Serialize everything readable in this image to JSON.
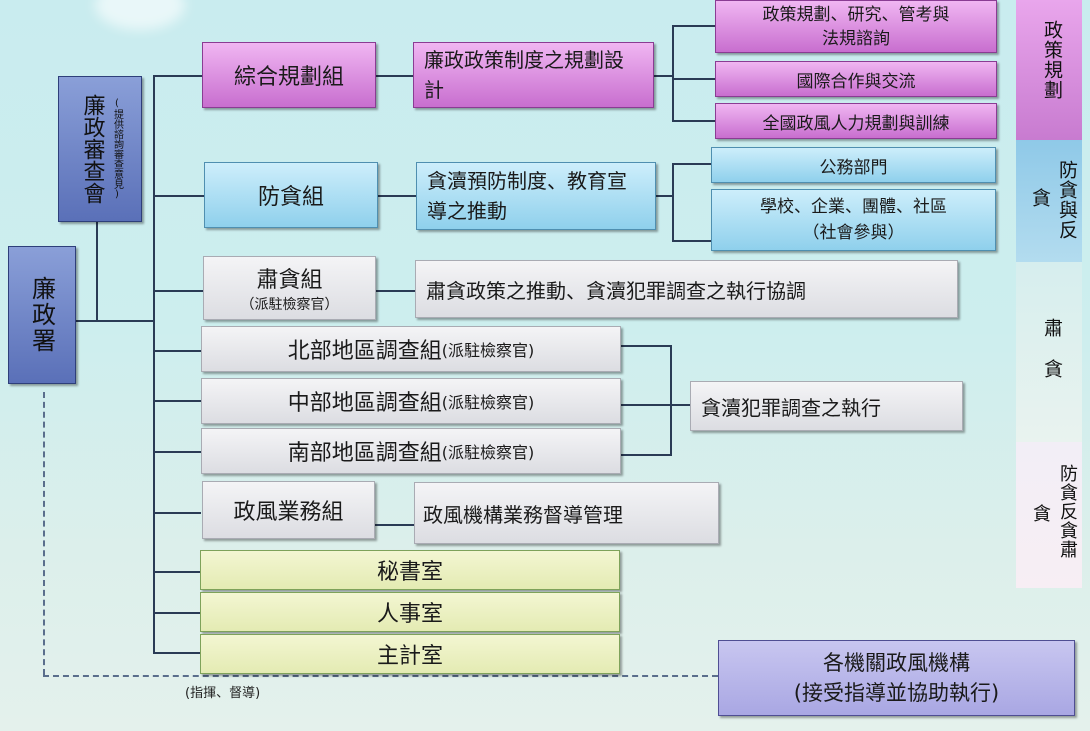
{
  "root": {
    "label": "廉政署"
  },
  "committee": {
    "label": "廉政審查會",
    "note": "(提供諮詢審查意見)"
  },
  "divisions": {
    "planning": {
      "label": "綜合規劃組",
      "task": "廉政政策制度之規劃設計",
      "sub": [
        "政策規劃、研究、管考與法規諮詢",
        "國際合作與交流",
        "全國政風人力規劃與訓練"
      ]
    },
    "prevention": {
      "label": "防貪組",
      "task": "貪瀆預防制度、教育宣導之推動",
      "sub": [
        "公務部門",
        "學校、企業、團體、社區\n（社會參與）"
      ]
    },
    "anticorruption": {
      "label": "肅貪組",
      "note": "（派駐檢察官）",
      "task": "肅貪政策之推動、貪瀆犯罪調查之執行協調"
    },
    "investigation": {
      "north": {
        "label": "北部地區調查組",
        "note": "(派駐檢察官)"
      },
      "central": {
        "label": "中部地區調查組",
        "note": "(派駐檢察官)"
      },
      "south": {
        "label": "南部地區調查組",
        "note": "(派駐檢察官)"
      },
      "task": "貪瀆犯罪調查之執行"
    },
    "ethics": {
      "label": "政風業務組",
      "task": "政風機構業務督導管理"
    },
    "secretariat": {
      "label": "秘書室"
    },
    "personnel": {
      "label": "人事室"
    },
    "accounting": {
      "label": "主計室"
    }
  },
  "agencies": {
    "line1": "各機關政風機構",
    "line2": "(接受指導並協助執行)"
  },
  "guidance": {
    "label": "(指揮、督導)"
  },
  "side_labels": {
    "policy": "政策規劃",
    "prevent_col1": "防貪與反",
    "prevent_col2": "貪",
    "punish": "肅貪",
    "combined_col1": "防貪反貪肅",
    "combined_col2": "貪"
  },
  "colors": {
    "purple": "#c86ecf",
    "blue": "#8fd0ec",
    "navy": "#5a70b8",
    "grey": "#dcdde2",
    "yellow": "#e4ebb3",
    "lavender": "#a9a7e3"
  }
}
